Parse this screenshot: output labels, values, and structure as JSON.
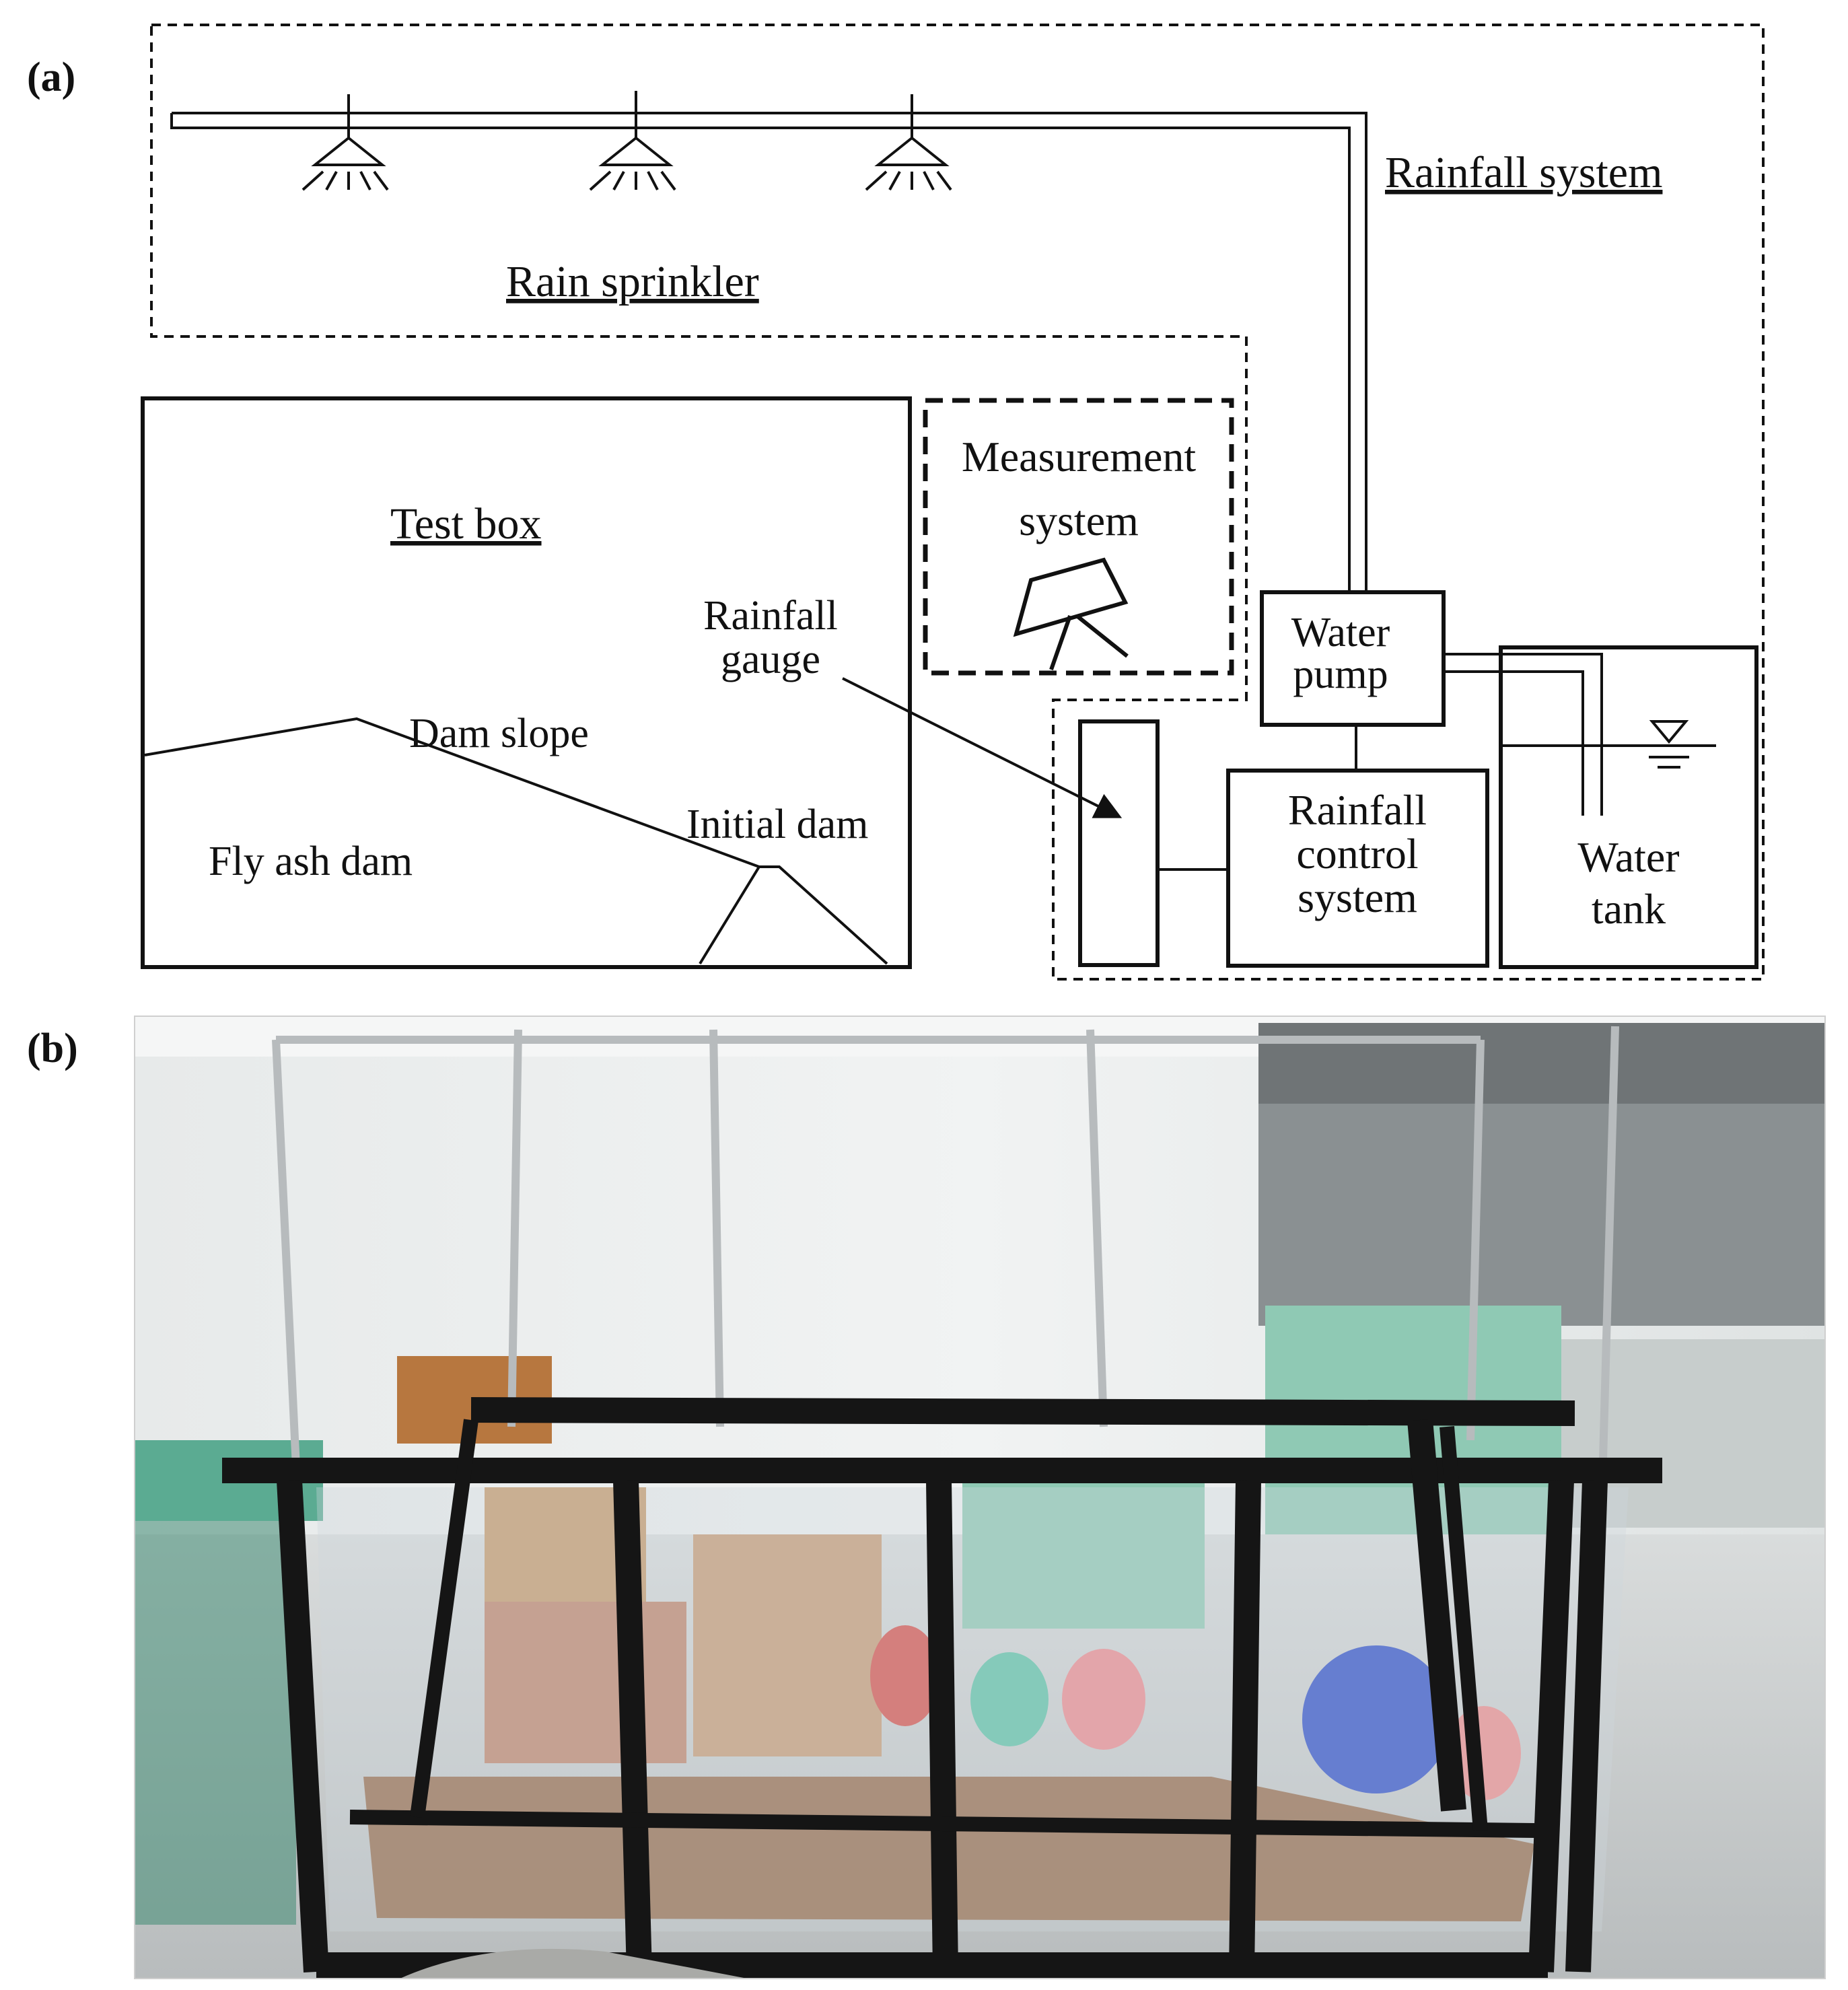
{
  "panel_a": {
    "label": "(a)",
    "rainfall_system": "Rainfall system",
    "rain_sprinkler": "Rain sprinkler",
    "measurement_line1": "Measurement",
    "measurement_line2": "system",
    "test_box": "Test box",
    "rainfall_gauge_line1": "Rainfall",
    "rainfall_gauge_line2": "gauge",
    "dam_slope": "Dam slope",
    "initial_dam": "Initial dam",
    "fly_ash_dam": "Fly ash dam",
    "water_pump_line1": "Water",
    "water_pump_line2": "pump",
    "control_line1": "Rainfall",
    "control_line2": "control",
    "control_line3": "system",
    "water_tank_line1": "Water",
    "water_tank_line2": "tank"
  },
  "panel_b": {
    "label": "(b)"
  }
}
